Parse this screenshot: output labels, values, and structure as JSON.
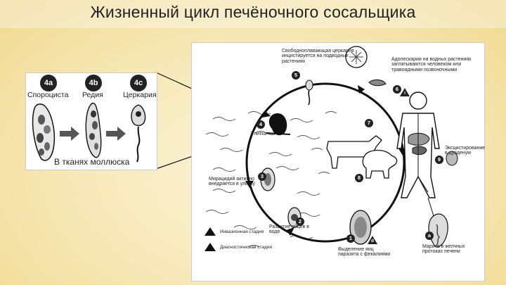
{
  "title": "Жизненный цикл печёночного сосальщика",
  "inset": {
    "badges": [
      "4a",
      "4b",
      "4c"
    ],
    "labels": [
      "Спороциста",
      "Редия",
      "Церкария"
    ],
    "caption": "В тканях моллюска"
  },
  "main": {
    "free_cercaria": "Свободноплавающая церкария инцистируется на подводных растениях",
    "adolescaria": "Адолескарии на водных растениях заглатываются человеком или травоядными позвоночными",
    "snail": "Улитка",
    "miracidium": "Мирацидий активно внедряется в улитку",
    "egg_development": "Развитие яйцев в воде",
    "eggs_passed": "Выделение яиц паразита с фекалиями",
    "excyst": "Эксцистирование в дуоденум",
    "adult": "Марита в желчных протоках печени",
    "legend_infective": "Инвазионная стадия",
    "legend_diagnostic": "Диагностическая стадия",
    "step_numbers": [
      "1",
      "2",
      "3",
      "4",
      "5",
      "6",
      "7",
      "8",
      "9",
      "a",
      "d",
      "i"
    ]
  },
  "colors": {
    "background": "#f6e7b4",
    "panel": "#ffffff",
    "ink": "#222222"
  }
}
